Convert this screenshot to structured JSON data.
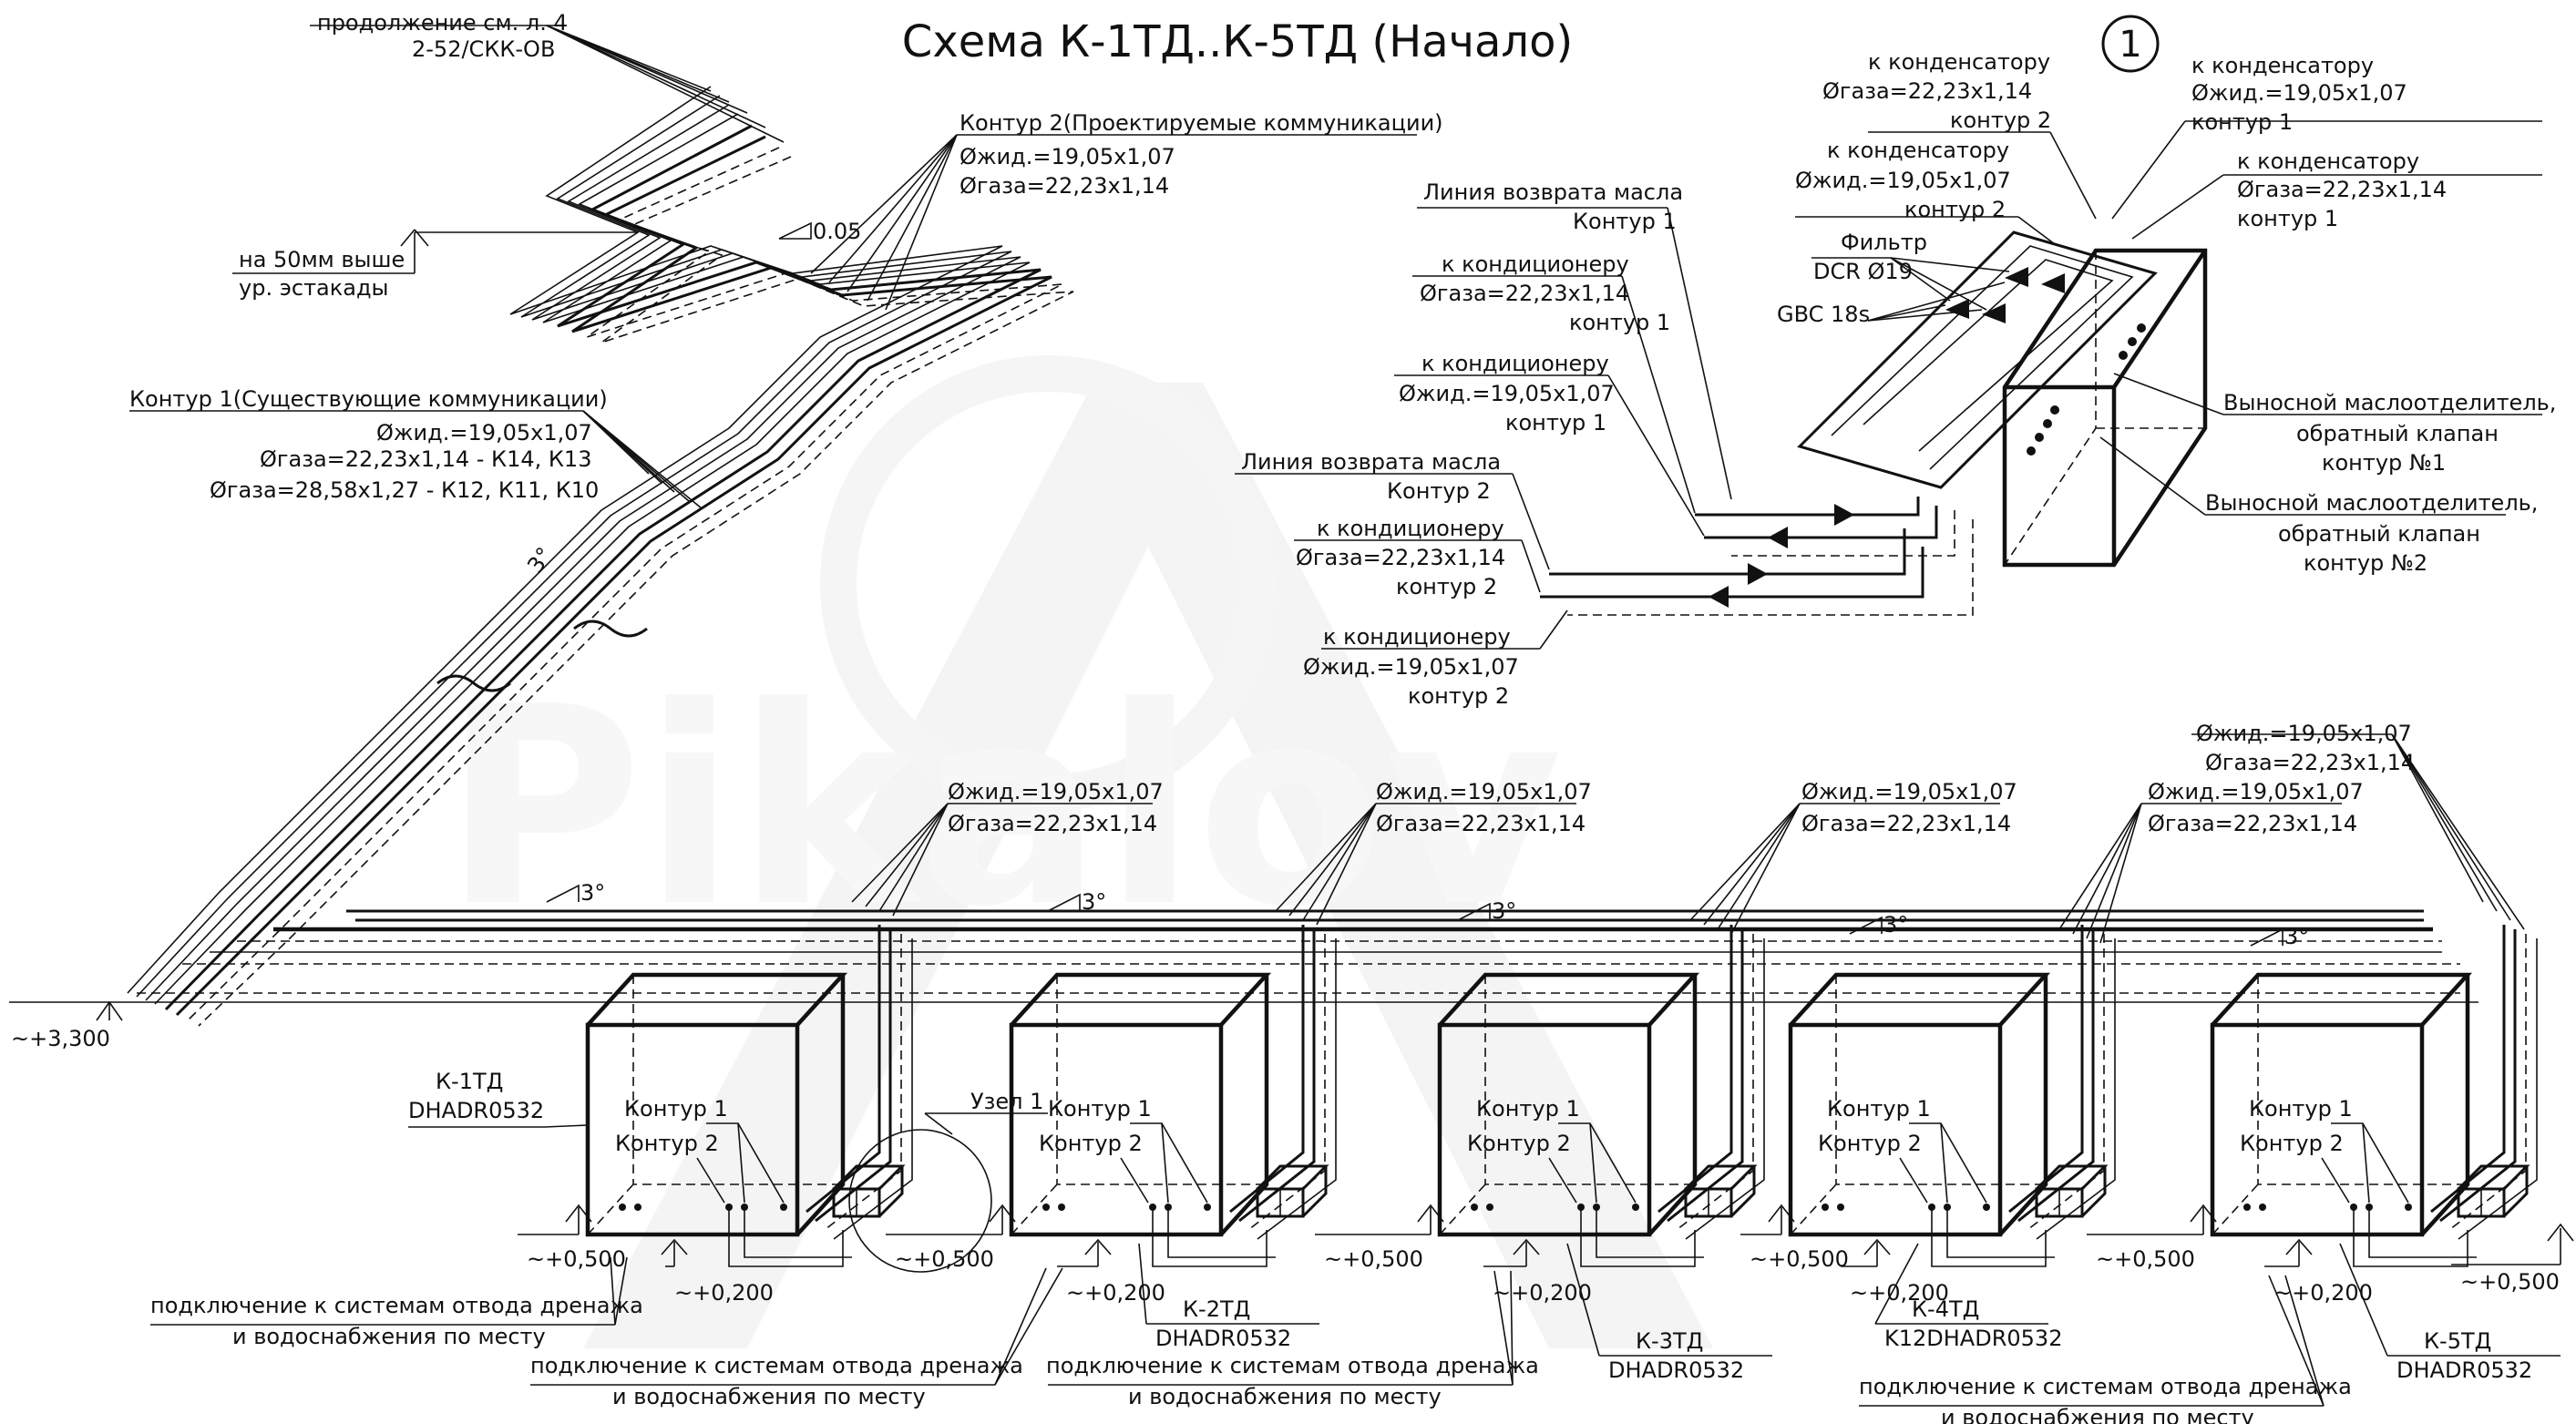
{
  "title": "Схема К-1ТД..К-5ТД (Начало)",
  "node_number": "1",
  "colors": {
    "ink": "#111111",
    "background": "#ffffff",
    "watermark": "#d9d9d9"
  },
  "top_left": {
    "continuation": "продолжение см. л. 4",
    "sheet_code": "2-52/СКК-ОВ",
    "height_note_1": "на 50мм выше",
    "height_note_2": "ур. эстакады",
    "slope_005": "0.05",
    "slope_3deg": "3°"
  },
  "contour2_main": {
    "title": "Контур 2(Проектируемые коммуникации)",
    "liquid": "Øжид.=19,05x1,07",
    "gas": "Øгаза=22,23x1,14"
  },
  "contour1_main": {
    "title": "Контур 1(Существующие коммуникации)",
    "liquid": "Øжид.=19,05x1,07",
    "gas1": "Øгаза=22,23x1,14 - К14, К13",
    "gas2": "Øгаза=28,58x1,27 - К12, К11, К10"
  },
  "right_block": {
    "to_cond_gas_c2": [
      "к конденсатору",
      "Øгаза=22,23x1,14",
      "контур 2"
    ],
    "to_cond_liq_c1": [
      "к конденсатору",
      "Øжид.=19,05x1,07",
      "контур 1"
    ],
    "to_cond_liq_c2": [
      "к конденсатору",
      "Øжид.=19,05x1,07",
      "контур 2"
    ],
    "to_cond_gas_c1": [
      "к конденсатору",
      "Øгаза=22,23x1,14",
      "контур 1"
    ],
    "oil_return_c1": [
      "Линия возврата масла",
      "Контур 1"
    ],
    "filter": [
      "Фильтр",
      "DCR Ø19"
    ],
    "gbc": "GBC 18s",
    "to_ac_gas_c1": [
      "к кондиционеру",
      "Øгаза=22,23x1,14",
      "контур 1"
    ],
    "to_ac_liq_c1": [
      "к кондиционеру",
      "Øжид.=19,05x1,07",
      "контур 1"
    ],
    "separator_1": [
      "Выносной маслоотделитель,",
      "обратный клапан",
      "контур №1"
    ],
    "separator_2": [
      "Выносной маслоотделитель,",
      "обратный клапан",
      "контур №2"
    ],
    "oil_return_c2": [
      "Линия возврата масла",
      "Контур 2"
    ],
    "to_ac_gas_c2": [
      "к кондиционеру",
      "Øгаза=22,23x1,14",
      "контур 2"
    ],
    "to_ac_liq_c2": [
      "к кондиционеру",
      "Øжид.=19,05x1,07",
      "контур 2"
    ]
  },
  "pipe_callouts": [
    {
      "liquid": "Øжид.=19,05x1,07",
      "gas": "Øгаза=22,23x1,14"
    },
    {
      "liquid": "Øжид.=19,05x1,07",
      "gas": "Øгаза=22,23x1,14"
    },
    {
      "liquid": "Øжид.=19,05x1,07",
      "gas": "Øгаза=22,23x1,14"
    },
    {
      "liquid": "Øжид.=19,05x1,07",
      "gas": "Øгаза=22,23x1,14"
    },
    {
      "liquid": "Øжид.=19,05x1,07",
      "gas": "Øгаза=22,23x1,14"
    }
  ],
  "slope_labels": [
    "3°",
    "3°",
    "3°",
    "3°",
    "3°"
  ],
  "units": [
    {
      "name": "К-1ТД",
      "model": "DHADR0532",
      "c1": "Контур 1",
      "c2": "Контур 2",
      "el500": "~+0,500",
      "el200": "~+0,200"
    },
    {
      "name": "К-2ТД",
      "model": "DHADR0532",
      "c1": "Контур 1",
      "c2": "Контур 2",
      "el500": "~+0,500",
      "el200": "~+0,200"
    },
    {
      "name": "К-3ТД",
      "model": "DHADR0532",
      "c1": "Контур 1",
      "c2": "Контур 2",
      "el500": "~+0,500",
      "el200": "~+0,200"
    },
    {
      "name": "К-4ТД",
      "model": "K12DHADR0532",
      "c1": "Контур 1",
      "c2": "Контур 2",
      "el500": "~+0,500",
      "el200": "~+0,200"
    },
    {
      "name": "К-5ТД",
      "model": "DHADR0532",
      "c1": "Контур 1",
      "c2": "Контур 2",
      "el500": "~+0,500",
      "el200": "~+0,200"
    }
  ],
  "elevations": {
    "main": "~+3,300",
    "right_end": "~+0,500"
  },
  "node_label": "Узел 1",
  "drain_note": {
    "line1": "подключение к системам отвода дренажа",
    "line2": "и водоснабжения по месту"
  },
  "watermark_text": "Pikalov"
}
